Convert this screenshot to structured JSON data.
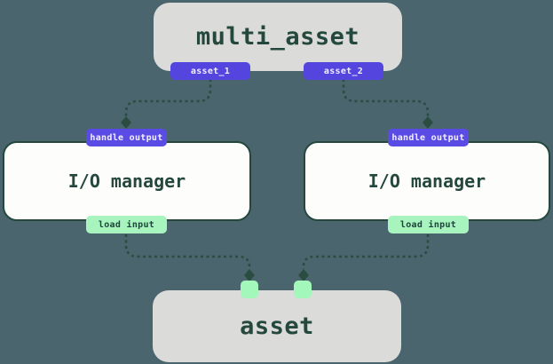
{
  "diagram": {
    "type": "asset-io-graph",
    "colors": {
      "background": "#4A656E",
      "gray_node_fill": "#DBDBD9",
      "io_node_fill": "#FDFDFC",
      "dark_green": "#24483D",
      "edge_stroke": "#2B4C41",
      "indigo_badge": "#5445DF",
      "indigo_badge_bright": "#5A4BE5",
      "mint_badge": "#A7F4BF",
      "mint_handle": "#A3F7BB"
    },
    "nodes": {
      "multi_asset": {
        "label": "multi_asset",
        "outputs": [
          {
            "label": "asset_1"
          },
          {
            "label": "asset_2"
          }
        ]
      },
      "io_manager_left": {
        "label": "I/O manager",
        "input_badge": "handle output",
        "output_badge": "load input"
      },
      "io_manager_right": {
        "label": "I/O manager",
        "input_badge": "handle output",
        "output_badge": "load input"
      },
      "asset": {
        "label": "asset"
      }
    },
    "edges": [
      {
        "from": "multi_asset.asset_1",
        "to": "io_manager_left.handle_output",
        "style": "dashed"
      },
      {
        "from": "multi_asset.asset_2",
        "to": "io_manager_right.handle_output",
        "style": "dashed"
      },
      {
        "from": "io_manager_left.load_input",
        "to": "asset.input_left",
        "style": "dashed"
      },
      {
        "from": "io_manager_right.load_input",
        "to": "asset.input_right",
        "style": "dashed"
      }
    ]
  }
}
